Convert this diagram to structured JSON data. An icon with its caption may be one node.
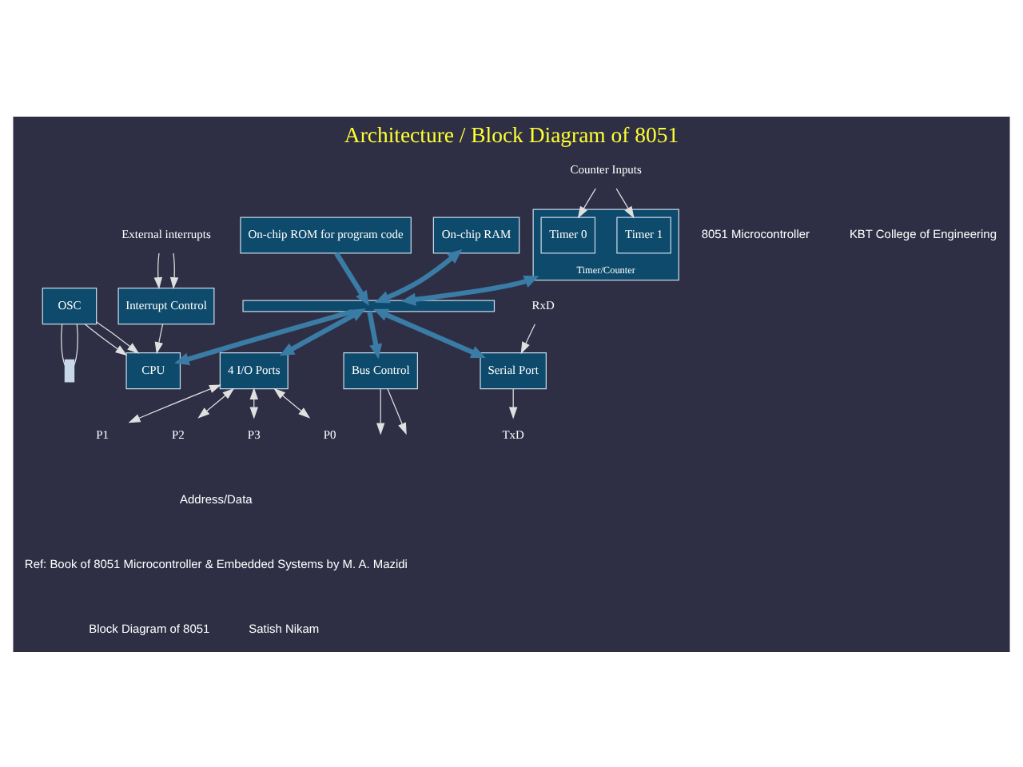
{
  "diagram": {
    "title": "Architecture / Block Diagram of 8051",
    "nodes": [
      {
        "text": [
          "External interrupts"
        ]
      },
      {
        "text": [
          "Interrupt Control"
        ]
      },
      {
        "text": [
          "CPU"
        ]
      },
      {
        "text": [
          "OSC"
        ]
      },
      {
        "text": [
          "On-chip ROM for program code"
        ]
      },
      {
        "text": [
          "Bus Control"
        ]
      },
      {
        "text": [
          "On-chip RAM"
        ]
      },
      {
        "text": [
          "4 I/O Ports"
        ]
      },
      {
        "text": [
          "Timer/Counter"
        ]
      },
      {
        "text": [
          "Timer 1"
        ],
        "in": 8
      },
      {
        "text": [
          "Timer 0"
        ],
        "in": 8
      },
      {
        "text": [
          "Serial Port"
        ]
      },
      {
        "text": [
          "P0"
        ]
      },
      {
        "text": [
          "P1"
        ]
      },
      {
        "text": [
          "P2"
        ]
      },
      {
        "text": [
          "P3"
        ]
      },
      {
        "text": [
          "TxD"
        ]
      },
      {
        "text": [
          "RxD"
        ]
      },
      {
        "text": [
          "Counter Inputs"
        ]
      },
      {
        "text": [],
        "shape": "bar"
      },
      {
        "text": [],
        "shape": "crystal"
      }
    ],
    "edges": [
      {
        "from": 0,
        "to": 1,
        "arrow": "to"
      },
      {
        "from": 0,
        "to": 1,
        "arrow": "to"
      },
      {
        "from": 1,
        "to": 2,
        "arrow": "to"
      },
      {
        "from": 3,
        "to": 2,
        "arrow": "to"
      },
      {
        "from": 3,
        "to": 2,
        "arrow": "to"
      },
      {
        "from": 3,
        "to": 20,
        "arrow": "none"
      },
      {
        "from": 3,
        "to": 20,
        "arrow": "none"
      },
      {
        "from": 4,
        "to": 19,
        "arrow": "to",
        "style": "thick",
        "color": "#3a7ca5"
      },
      {
        "from": 19,
        "to": 2,
        "arrow": "to",
        "style": "thick",
        "color": "#3a7ca5"
      },
      {
        "from": 19,
        "to": 5,
        "arrow": "to",
        "style": "thick",
        "color": "#3a7ca5"
      },
      {
        "from": 6,
        "to": 19,
        "arrow": "both",
        "style": "thick",
        "color": "#3a7ca5"
      },
      {
        "from": 19,
        "to": 7,
        "arrow": "both",
        "style": "thick",
        "color": "#3a7ca5"
      },
      {
        "from": 8,
        "to": 19,
        "arrow": "both",
        "style": "thick",
        "color": "#3a7ca5"
      },
      {
        "from": 19,
        "to": 11,
        "arrow": "both",
        "style": "thick",
        "color": "#3a7ca5"
      },
      {
        "from": 5,
        "to": null,
        "arrow": "to"
      },
      {
        "from": 5,
        "to": null,
        "arrow": "to"
      },
      {
        "from": 7,
        "to": 12,
        "arrow": "both"
      },
      {
        "from": 7,
        "to": 13,
        "arrow": "both"
      },
      {
        "from": 7,
        "to": 14,
        "arrow": "both"
      },
      {
        "from": 7,
        "to": 15,
        "arrow": "both"
      },
      {
        "from": 11,
        "to": 16,
        "arrow": "to"
      },
      {
        "from": 17,
        "to": 11,
        "arrow": "to"
      },
      {
        "from": 18,
        "to": 9,
        "arrow": "to"
      },
      {
        "from": 18,
        "to": 10,
        "arrow": "to"
      }
    ],
    "labels": [
      "8051 Microcontroller",
      "KBT College of Engineering",
      "Address/Data",
      "Ref: Book of 8051 Microcontroller & Embedded Systems by M. A. Mazidi",
      "Block Diagram of 8051",
      "Satish Nikam"
    ]
  }
}
